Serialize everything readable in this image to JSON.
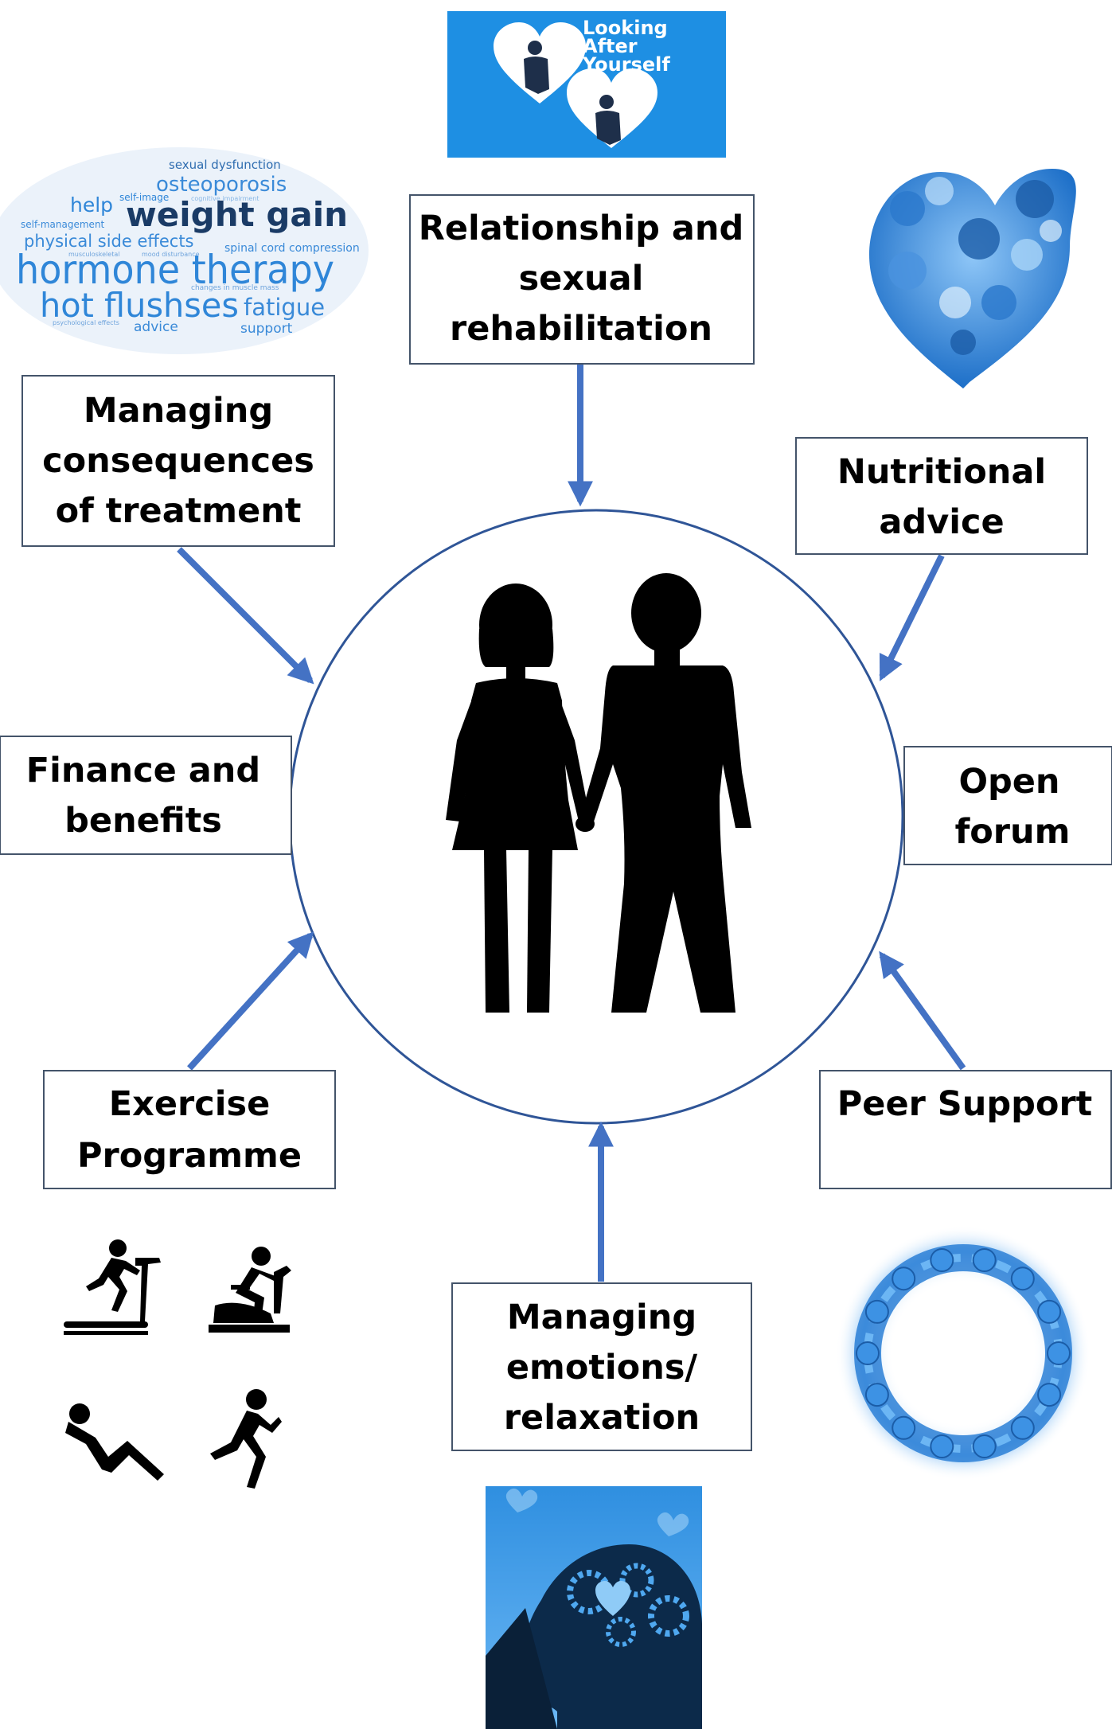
{
  "center": {
    "icon": "couple-holding-hands-icon"
  },
  "boxes": {
    "relationship": [
      "Relationship and",
      "sexual",
      "rehabilitation"
    ],
    "managing_consequences": [
      "Managing",
      "consequences",
      "of treatment"
    ],
    "nutritional": [
      "Nutritional",
      "advice"
    ],
    "finance": [
      "Finance and",
      "benefits"
    ],
    "open_forum": [
      "Open",
      "forum"
    ],
    "exercise": [
      "Exercise",
      "Programme"
    ],
    "peer_support": [
      "Peer Support"
    ],
    "managing_emotions": [
      "Managing",
      "emotions/",
      "relaxation"
    ]
  },
  "logo": {
    "lines": [
      "Looking",
      "After",
      "Yourself"
    ],
    "icon": "heart-person-icon"
  },
  "wordcloud": {
    "words": [
      "sexual dysfunction",
      "osteoporosis",
      "help",
      "self-image",
      "cognitive impairment",
      "weight gain",
      "self-management",
      "physical side effects",
      "spinal cord compression",
      "musculoskeletal",
      "mood disturbance",
      "hormone therapy",
      "changes in muscle mass",
      "hot flushses",
      "fatigue",
      "psychological effects",
      "advice",
      "support"
    ]
  },
  "images": {
    "fruit_heart": "fruit-vegetable-heart-icon",
    "exercise": [
      "treadmill-icon",
      "exercise-bike-icon",
      "sit-up-icon",
      "running-icon"
    ],
    "peer_ring": "people-ring-icon",
    "head_gears": "head-gears-heart-icon"
  },
  "colors": {
    "accent": "#4472c4",
    "logo_bg": "#1e8fe3",
    "box_border": "#44546a",
    "cloud_blue": "#2f86d8"
  }
}
